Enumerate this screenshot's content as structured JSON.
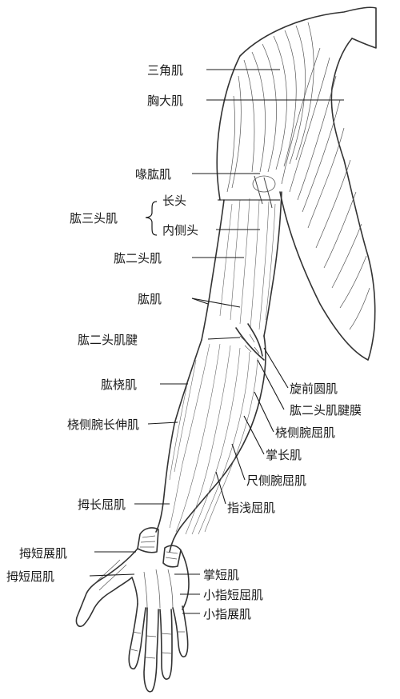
{
  "labels": {
    "deltoid": "三角肌",
    "pectoralis_major": "胸大肌",
    "coracobrachialis": "喙肱肌",
    "triceps": "肱三头肌",
    "long_head": "长头",
    "medial_head": "内侧头",
    "biceps": "肱二头肌",
    "brachialis": "肱肌",
    "biceps_tendon": "肱二头肌腱",
    "brachioradialis": "肱桡肌",
    "ecrl": "桡侧腕长伸肌",
    "fpl": "拇长屈肌",
    "apb": "拇短展肌",
    "fpb": "拇短屈肌",
    "pronator_teres": "旋前圆肌",
    "bicipital_aponeurosis": "肱二头肌腱膜",
    "fcr": "桡侧腕屈肌",
    "palmaris_longus": "掌长肌",
    "fcu": "尺侧腕屈肌",
    "fds": "指浅屈肌",
    "palmaris_brevis": "掌短肌",
    "fdm_brevis": "小指短屈肌",
    "adm": "小指展肌"
  }
}
